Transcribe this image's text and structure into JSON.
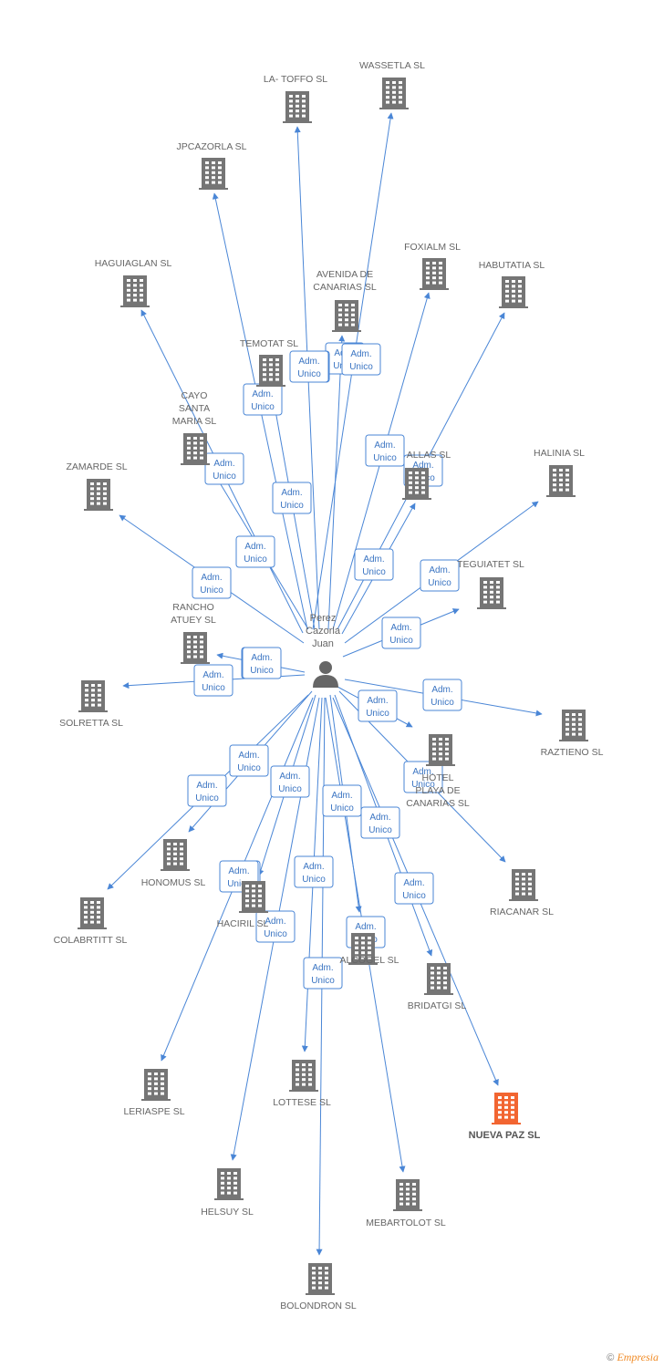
{
  "colors": {
    "edge": "#4a86d6",
    "building": "#757575",
    "highlight": "#f26531",
    "person": "#666666"
  },
  "person": {
    "name_lines": [
      "Perez",
      "Cazorla",
      "Juan"
    ],
    "icon": "person-icon"
  },
  "role_lines": [
    "Adm.",
    "Unico"
  ],
  "companies": [
    {
      "id": "wassetla",
      "label_lines": [
        "WASSETLA SL"
      ]
    },
    {
      "id": "la-toffo",
      "label_lines": [
        "LA- TOFFO SL"
      ]
    },
    {
      "id": "jpcazorla",
      "label_lines": [
        "JPCAZORLA SL"
      ]
    },
    {
      "id": "haguiaglan",
      "label_lines": [
        "HAGUIAGLAN SL"
      ]
    },
    {
      "id": "avenida-canarias",
      "label_lines": [
        "AVENIDA DE",
        "CANARIAS SL"
      ]
    },
    {
      "id": "foxialm",
      "label_lines": [
        "FOXIALM SL"
      ]
    },
    {
      "id": "habutatia",
      "label_lines": [
        "HABUTATIA SL"
      ]
    },
    {
      "id": "temotat",
      "label_lines": [
        "TEMOTAT SL"
      ]
    },
    {
      "id": "cayo-santa-maria",
      "label_lines": [
        "CAYO",
        "SANTA",
        "MARIA SL"
      ]
    },
    {
      "id": "allas",
      "label_lines": [
        "ALLAS SL"
      ]
    },
    {
      "id": "halinia",
      "label_lines": [
        "HALINIA SL"
      ]
    },
    {
      "id": "zamarde",
      "label_lines": [
        "ZAMARDE SL"
      ]
    },
    {
      "id": "teguiatet",
      "label_lines": [
        "TEGUIATET SL"
      ]
    },
    {
      "id": "rancho-atuey",
      "label_lines": [
        "RANCHO",
        "ATUEY SL"
      ]
    },
    {
      "id": "solretta",
      "label_lines": [
        "SOLRETTA SL"
      ]
    },
    {
      "id": "raztieno",
      "label_lines": [
        "RAZTIENO SL"
      ]
    },
    {
      "id": "hotel-canarias",
      "label_lines": [
        "HOTEL",
        "PLAYA DE",
        "CANARIAS SL"
      ]
    },
    {
      "id": "honomus",
      "label_lines": [
        "HONOMUS SL"
      ]
    },
    {
      "id": "riacanar",
      "label_lines": [
        "RIACANAR SL"
      ]
    },
    {
      "id": "colabrtitt",
      "label_lines": [
        "COLABRTITT SL"
      ]
    },
    {
      "id": "haciril",
      "label_lines": [
        "HACIRIL SL"
      ]
    },
    {
      "id": "alcogel",
      "label_lines": [
        "ALCOGEL SL"
      ]
    },
    {
      "id": "bridatgi",
      "label_lines": [
        "BRIDATGI SL"
      ]
    },
    {
      "id": "leriaspe",
      "label_lines": [
        "LERIASPE SL"
      ]
    },
    {
      "id": "lottese",
      "label_lines": [
        "LOTTESE SL"
      ]
    },
    {
      "id": "nueva-paz",
      "label_lines": [
        "NUEVA PAZ SL"
      ],
      "highlight": true
    },
    {
      "id": "helsuy",
      "label_lines": [
        "HELSUY SL"
      ]
    },
    {
      "id": "mebartolot",
      "label_lines": [
        "MEBARTOLOT SL"
      ]
    },
    {
      "id": "bolondron",
      "label_lines": [
        "BOLONDRON SL"
      ]
    }
  ],
  "footer": {
    "copyright": "©",
    "brand": "Empresia"
  }
}
